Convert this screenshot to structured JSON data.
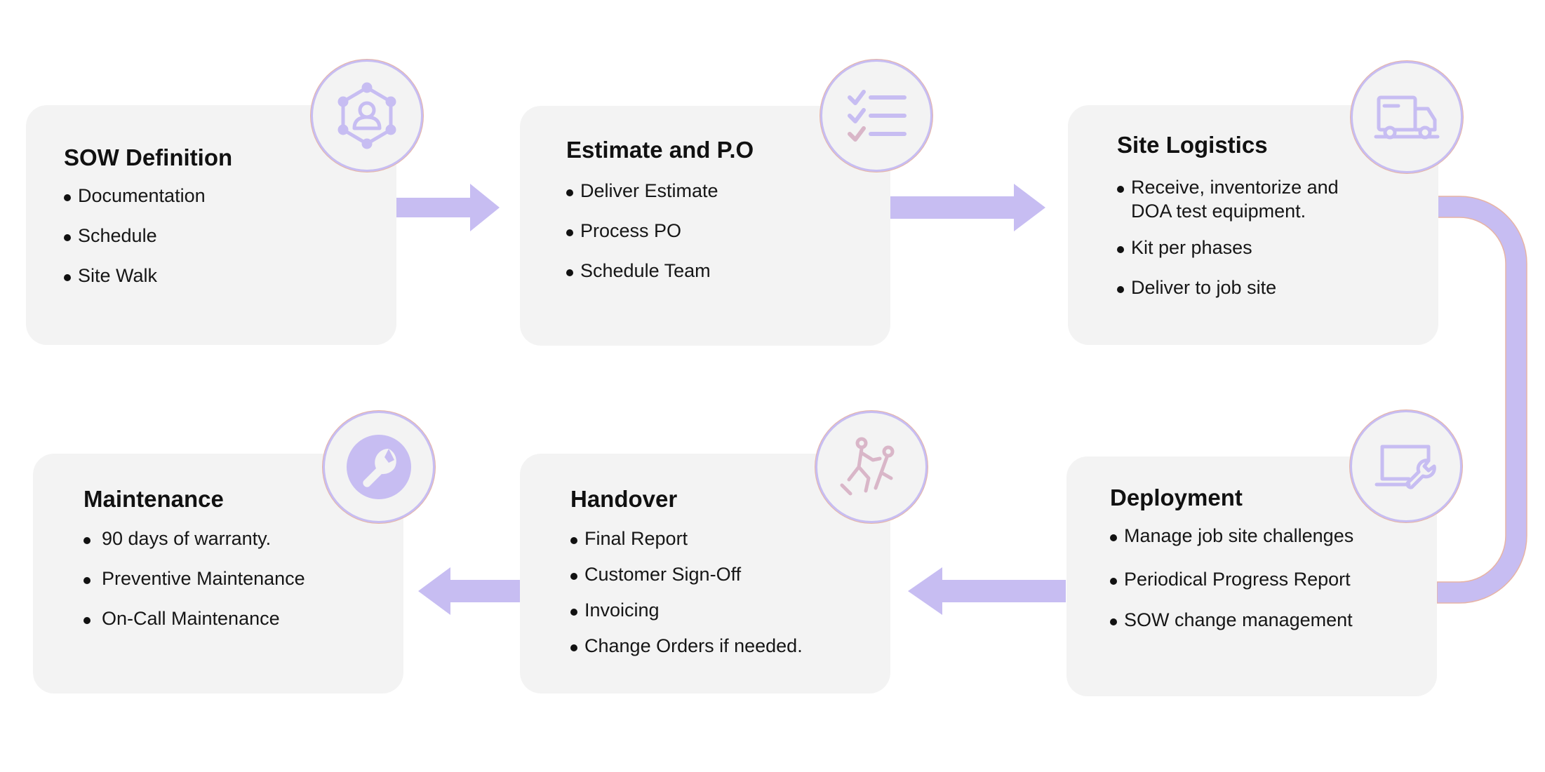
{
  "accent_color": "#c7bdf2",
  "steps": [
    {
      "title": "SOW Definition",
      "icon": "user-network-icon",
      "items": [
        "Documentation",
        "Schedule",
        "Site Walk"
      ]
    },
    {
      "title": "Estimate and P.O",
      "icon": "checklist-icon",
      "items": [
        "Deliver Estimate",
        "Process PO",
        "Schedule Team"
      ]
    },
    {
      "title": "Site Logistics",
      "icon": "truck-icon",
      "items": [
        "Receive, inventorize and DOA test equipment.",
        "Kit per phases",
        "Deliver to job site"
      ]
    },
    {
      "title": "Deployment",
      "icon": "laptop-wrench-icon",
      "items": [
        "Manage job site challenges",
        "Periodical Progress Report",
        "SOW change management"
      ]
    },
    {
      "title": "Handover",
      "icon": "handshake-people-icon",
      "items": [
        "Final Report",
        "Customer Sign-Off",
        "Invoicing",
        "Change Orders if needed."
      ]
    },
    {
      "title": "Maintenance",
      "icon": "wrench-icon",
      "items": [
        "90 days of warranty.",
        "Preventive Maintenance",
        "On-Call Maintenance"
      ]
    }
  ]
}
